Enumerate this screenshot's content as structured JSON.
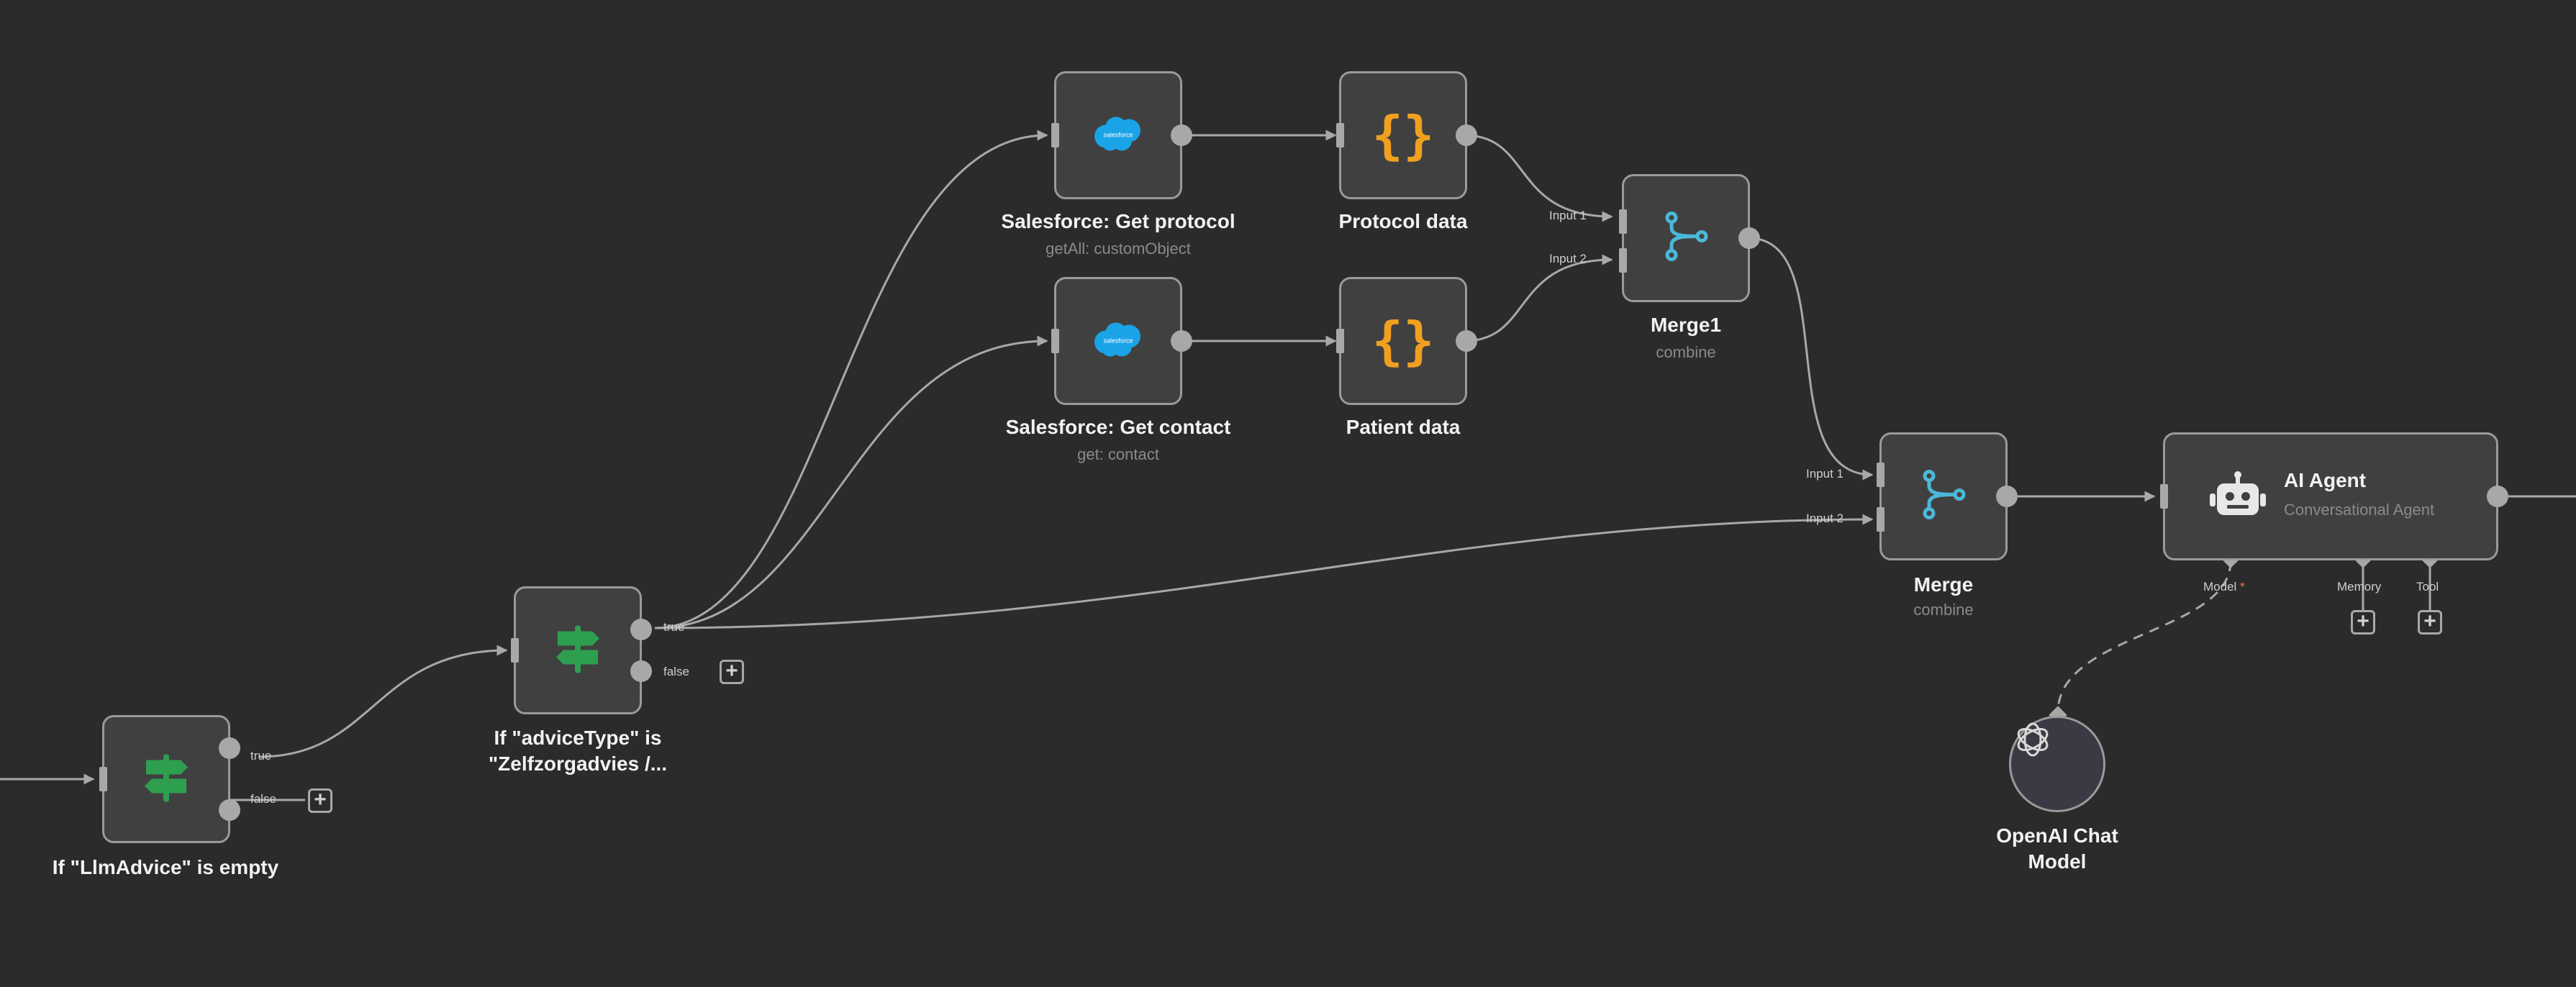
{
  "nodes": {
    "if_llm": {
      "title": "If \"LlmAdvice\" is empty",
      "true_label": "true",
      "false_label": "false"
    },
    "if_advice": {
      "title_line1": "If \"adviceType\" is",
      "title_line2": "\"Zelfzorgadvies /...",
      "true_label": "true",
      "false_label": "false"
    },
    "sf_protocol": {
      "title": "Salesforce: Get protocol",
      "subtitle": "getAll: customObject",
      "icon_text": "salesforce"
    },
    "sf_contact": {
      "title": "Salesforce: Get contact",
      "subtitle": "get: contact",
      "icon_text": "salesforce"
    },
    "protocol_data": {
      "title": "Protocol data",
      "icon_text": "{}"
    },
    "patient_data": {
      "title": "Patient data",
      "icon_text": "{}"
    },
    "merge1": {
      "title": "Merge1",
      "subtitle": "combine",
      "input1": "Input 1",
      "input2": "Input 2"
    },
    "merge": {
      "title": "Merge",
      "subtitle": "combine",
      "input1": "Input 1",
      "input2": "Input 2"
    },
    "ai_agent": {
      "title": "AI Agent",
      "subtitle": "Conversational Agent",
      "model_label": "Model",
      "required_mark": "*",
      "memory_label": "Memory",
      "tool_label": "Tool"
    },
    "openai": {
      "title_line1": "OpenAI Chat",
      "title_line2": "Model"
    }
  },
  "add_symbol": "+",
  "icons": {
    "if": "signpost-icon",
    "salesforce": "salesforce-cloud-icon",
    "set": "curly-braces-icon",
    "merge": "merge-icon",
    "agent": "robot-icon",
    "openai": "openai-icon"
  },
  "colors": {
    "background": "#2b2b2b",
    "node_fill": "#404040",
    "node_border": "#9a9a9a",
    "edge": "#a8a8a8",
    "if_green": "#2e9e4f",
    "salesforce_blue": "#1ba3e8",
    "set_orange": "#f0a020",
    "merge_teal": "#4bb8d8",
    "required_red": "#ff6d5a"
  }
}
